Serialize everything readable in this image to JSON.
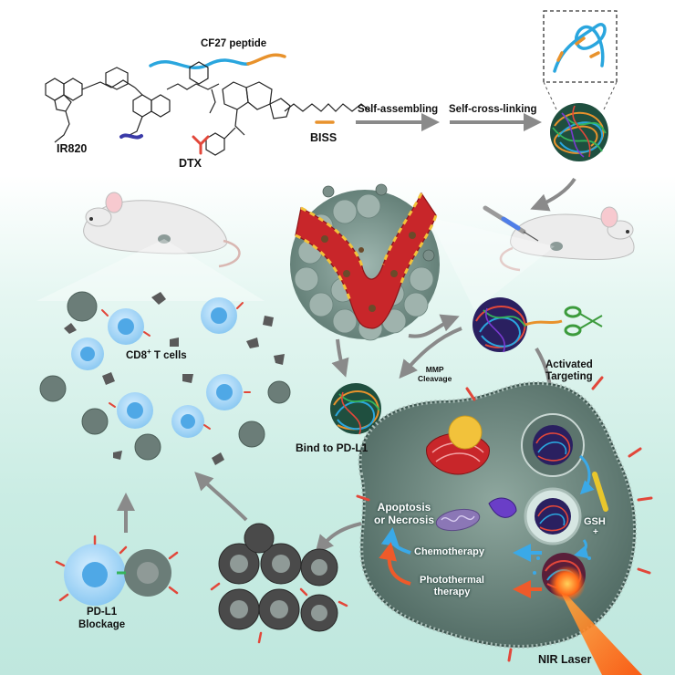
{
  "labels": {
    "cf27": "CF27 peptide",
    "ir820": "IR820",
    "dtx": "DTX",
    "biss": "BISS",
    "self_assembling": "Self-assembling",
    "self_cross_linking": "Self-cross-linking",
    "cd8_prefix": "CD8",
    "cd8_sup": "+",
    "cd8_suffix": " T cells",
    "mmp_line1": "MMP",
    "mmp_line2": "Cleavage",
    "activated_line1": "Activated",
    "activated_line2": "Targeting",
    "bind_pdl1": "Bind to PD-L1",
    "apoptosis_line1": "Apoptosis",
    "apoptosis_line2": "or Necrosis",
    "gsh": "GSH",
    "gsh_plus": "+",
    "chemotherapy": "Chemotherapy",
    "photothermal_line1": "Photothermal",
    "photothermal_line2": "therapy",
    "pdl1_line1": "PD-L1",
    "pdl1_line2": "Blockage",
    "nir_laser": "NIR Laser"
  },
  "colors": {
    "peptide_blue": "#2aa6de",
    "peptide_orange": "#e8922c",
    "vessel_red": "#c8262a",
    "vessel_gold": "#f2c23b",
    "cell_body": "#6e8a82",
    "tcell_blue": "#4fa8e6",
    "laser_orange": "#ff6a1a",
    "arrow_gray": "#8a8a8a",
    "arrow_cyan": "#3aa9e8",
    "arrow_red": "#ef5a2a"
  }
}
